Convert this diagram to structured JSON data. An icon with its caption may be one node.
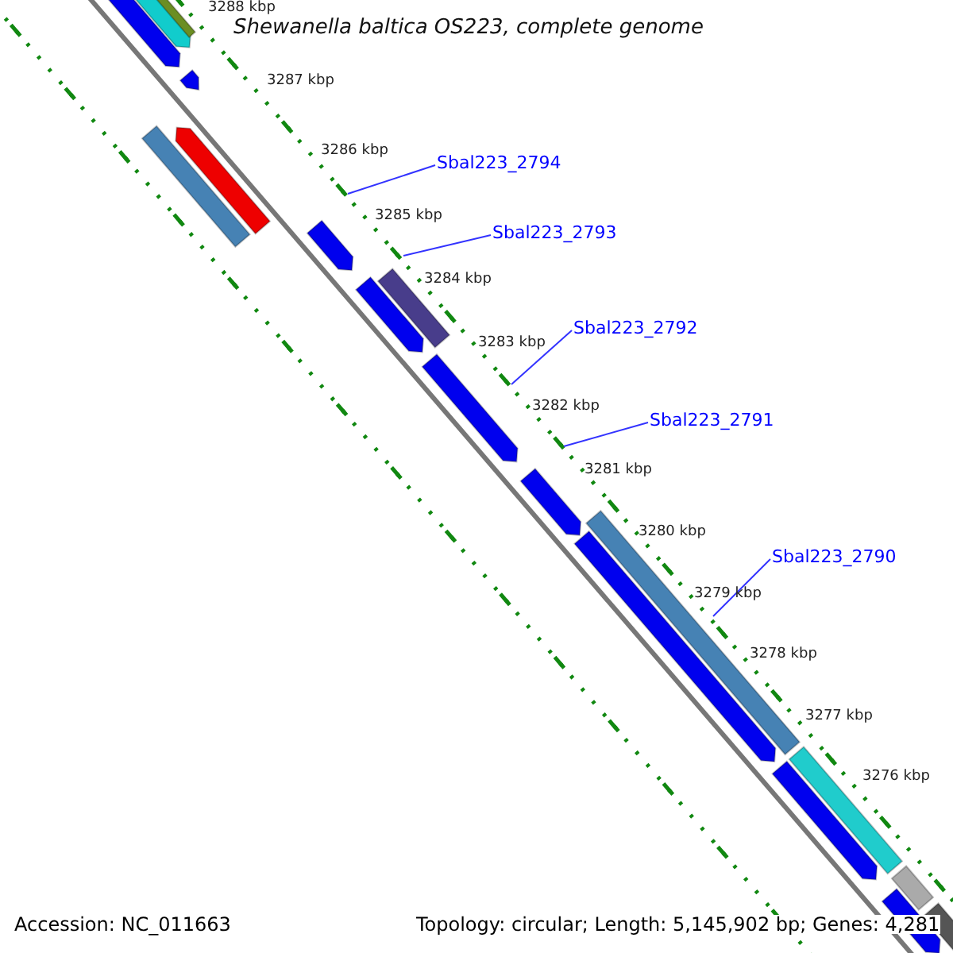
{
  "diagram": {
    "title": "Shewanella baltica OS223, complete genome",
    "nodes": [
      {
        "text": [
          "Sbal223_2794"
        ]
      },
      {
        "text": [
          "Sbal223_2793"
        ]
      },
      {
        "text": [
          "Sbal223_2792"
        ]
      },
      {
        "text": [
          "Sbal223_2791"
        ]
      },
      {
        "text": [
          "Sbal223_2790"
        ]
      }
    ],
    "edges": [
      {
        "from": 0,
        "to": null,
        "arrow": "none"
      },
      {
        "from": 1,
        "to": null,
        "arrow": "none"
      },
      {
        "from": 2,
        "to": null,
        "arrow": "none"
      },
      {
        "from": 3,
        "to": null,
        "arrow": "none"
      },
      {
        "from": 4,
        "to": null,
        "arrow": "none"
      }
    ],
    "labels": [
      "3288 kbp",
      "3287 kbp",
      "3286 kbp",
      "3285 kbp",
      "3284 kbp",
      "3283 kbp",
      "3282 kbp",
      "3281 kbp",
      "3280 kbp",
      "3279 kbp",
      "3278 kbp",
      "3277 kbp",
      "3276 kbp",
      "Accession: NC_011663",
      "Topology: circular; Length: 5,145,902 bp; Genes: 4,281"
    ]
  }
}
